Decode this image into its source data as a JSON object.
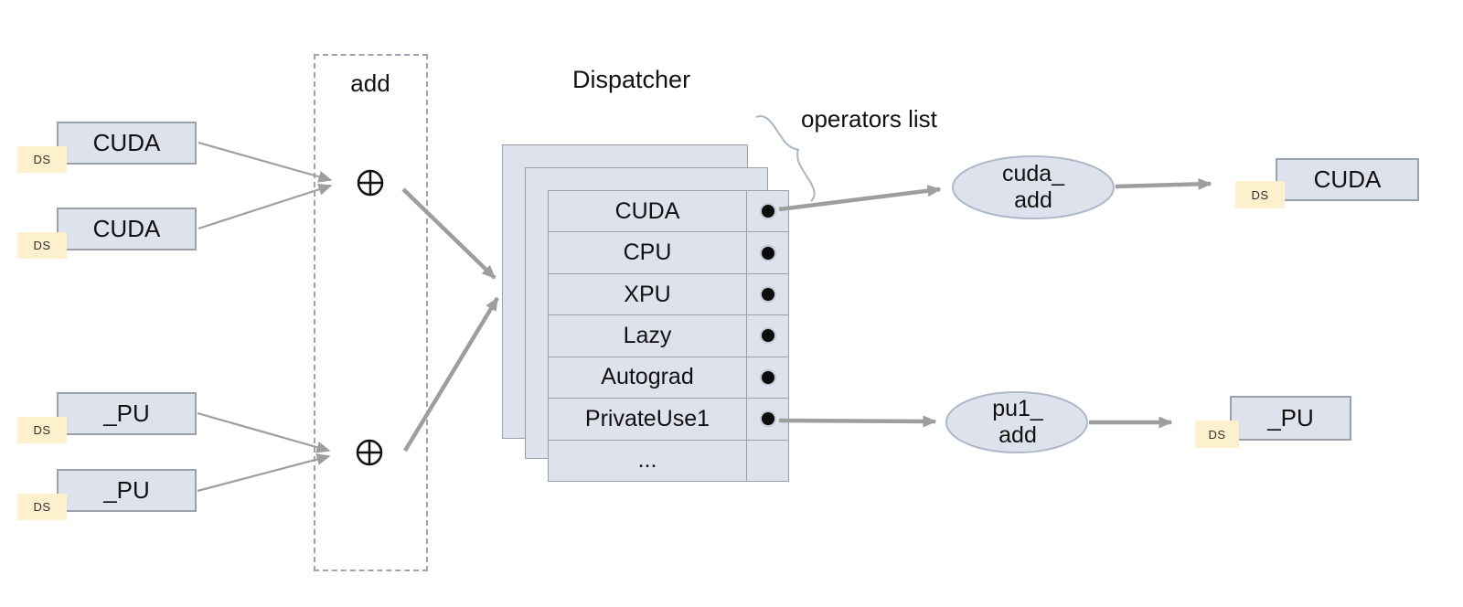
{
  "labels": {
    "dispatcher_title": "Dispatcher",
    "operators_list": "operators list",
    "add_group": "add",
    "ds_tag": "DS",
    "ellipsis_row": "..."
  },
  "inputs": [
    {
      "label": "CUDA"
    },
    {
      "label": "CUDA"
    },
    {
      "label": "_PU"
    },
    {
      "label": "_PU"
    }
  ],
  "outputs": [
    {
      "label": "CUDA"
    },
    {
      "label": "_PU"
    }
  ],
  "dispatch_keys": [
    "CUDA",
    "CPU",
    "XPU",
    "Lazy",
    "Autograd",
    "PrivateUse1",
    "..."
  ],
  "kernels": [
    {
      "label": "cuda_\nadd"
    },
    {
      "label": "pu1_\nadd"
    }
  ],
  "colors": {
    "box_fill": "#dee2ec",
    "box_border": "#9aa1ad",
    "ds_fill": "#fdf1cd",
    "arrow": "#9e9e9e",
    "dash_border": "#9aa4b2",
    "brace": "#aab6c6",
    "bullet": "#0b0b0b",
    "text": "#111111"
  }
}
